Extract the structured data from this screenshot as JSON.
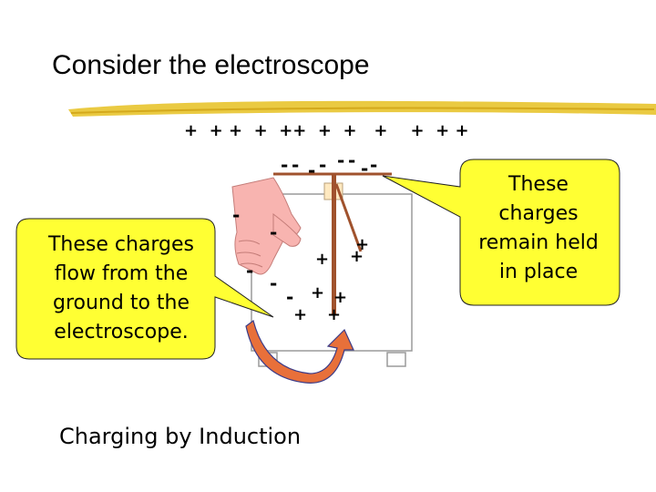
{
  "title": "Consider the electroscope",
  "charged_rod": {
    "plus_signs": "+  + +  +  ++  +  +   +    +  + +"
  },
  "callouts": {
    "left": {
      "lines": [
        "These charges",
        "flow from the",
        "ground to the",
        "electroscope."
      ]
    },
    "right": {
      "lines": [
        "These",
        "charges",
        "remain held",
        "in place"
      ]
    }
  },
  "caption": "Charging by Induction",
  "colors": {
    "callout_fill": "#ffff33",
    "highlight_stroke": "#e5c42a",
    "rod_brown": "#a0522d",
    "hand_pink": "#f8b4b0",
    "arrow_fill": "#e8703a"
  }
}
